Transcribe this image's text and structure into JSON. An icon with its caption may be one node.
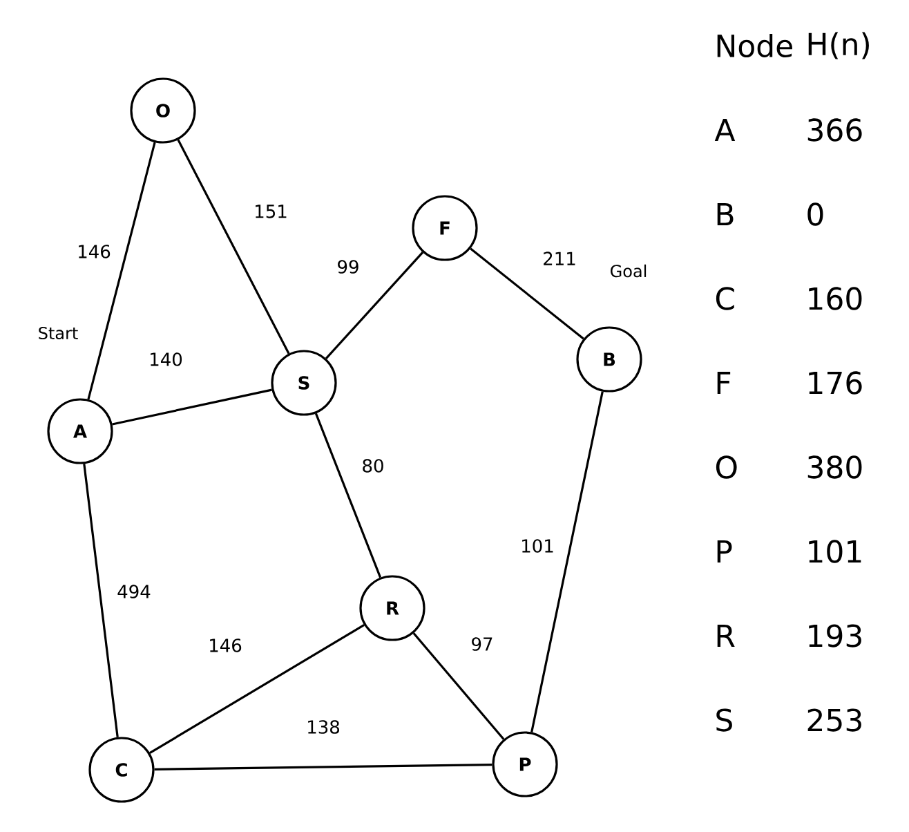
{
  "diagram": {
    "nodes": [
      {
        "text": [
          "O"
        ]
      },
      {
        "text": [
          "F"
        ]
      },
      {
        "text": [
          "S"
        ]
      },
      {
        "text": [
          "B"
        ],
        "beside": [
          "Goal"
        ]
      },
      {
        "text": [
          "A"
        ],
        "beside": [
          "Start"
        ]
      },
      {
        "text": [
          "R"
        ]
      },
      {
        "text": [
          "C"
        ]
      },
      {
        "text": [
          "P"
        ]
      }
    ],
    "edges": [
      {
        "from": 0,
        "to": 4,
        "arrow": "none",
        "label": "146"
      },
      {
        "from": 0,
        "to": 2,
        "arrow": "none",
        "label": "151"
      },
      {
        "from": 2,
        "to": 1,
        "arrow": "none",
        "label": "99"
      },
      {
        "from": 1,
        "to": 3,
        "arrow": "none",
        "label": "211"
      },
      {
        "from": 4,
        "to": 2,
        "arrow": "none",
        "label": "140"
      },
      {
        "from": 2,
        "to": 5,
        "arrow": "none",
        "label": "80"
      },
      {
        "from": 4,
        "to": 6,
        "arrow": "none",
        "label": "494"
      },
      {
        "from": 3,
        "to": 7,
        "arrow": "none",
        "label": "101"
      },
      {
        "from": 6,
        "to": 5,
        "arrow": "none",
        "label": "146"
      },
      {
        "from": 5,
        "to": 7,
        "arrow": "none",
        "label": "97"
      },
      {
        "from": 6,
        "to": 7,
        "arrow": "none",
        "label": "138"
      }
    ],
    "labels": [
      "Node",
      "H(n)",
      "A",
      "366",
      "B",
      "0",
      "C",
      "160",
      "F",
      "176",
      "O",
      "380",
      "P",
      "101",
      "R",
      "193",
      "S",
      "253"
    ]
  }
}
